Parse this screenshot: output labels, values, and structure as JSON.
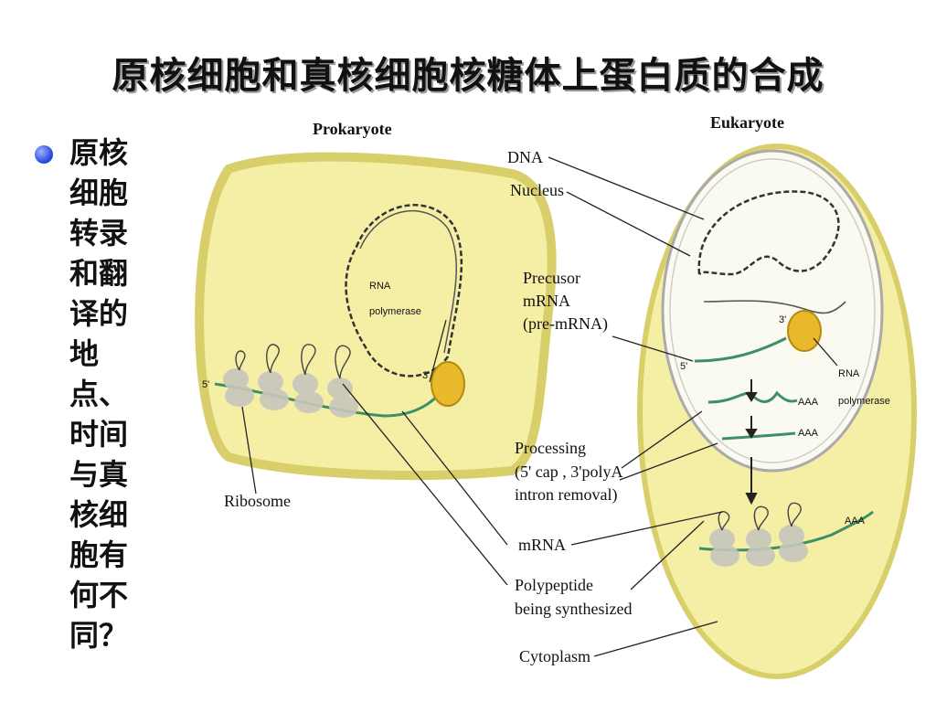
{
  "slide": {
    "title": "原核细胞和真核细胞核糖体上蛋白质的合成",
    "bullet": "原核细胞转录和翻译的地点、时间与真核细胞有何不同？"
  },
  "diagram": {
    "prokaryote_title": "Prokaryote",
    "eukaryote_title": "Eukaryote",
    "labels": {
      "dna": "DNA",
      "nucleus": "Nucleus",
      "precursor_l1": "Precusor",
      "precursor_l2": "mRNA",
      "precursor_l3": "(pre-mRNA)",
      "processing_l1": "Processing",
      "processing_l2": "(5' cap , 3'polyA",
      "processing_l3": "intron removal)",
      "mrna": "mRNA",
      "polypeptide_l1": "Polypeptide",
      "polypeptide_l2": "being synthesized",
      "cytoplasm": "Cytoplasm",
      "ribosome": "Ribosome",
      "rna_pol_pro_l1": "RNA",
      "rna_pol_pro_l2": "polymerase",
      "rna_pol_euk_l1": "RNA",
      "rna_pol_euk_l2": "polymerase",
      "five_prime_pro": "5'",
      "three_prime_pro": "3'",
      "five_prime_euk": "5'",
      "three_prime_euk": "3'",
      "polya_1": "AAA",
      "polya_2": "AAA",
      "polya_3": "AAA"
    },
    "colors": {
      "cell_fill": "#f5efa6",
      "cell_edge": "#d9cf6a",
      "nucleus_fill": "#fbfaf0",
      "polymerase": "#e8b92a",
      "ribosome": "#c7c7bd",
      "mrna": "#3d8f66"
    }
  }
}
